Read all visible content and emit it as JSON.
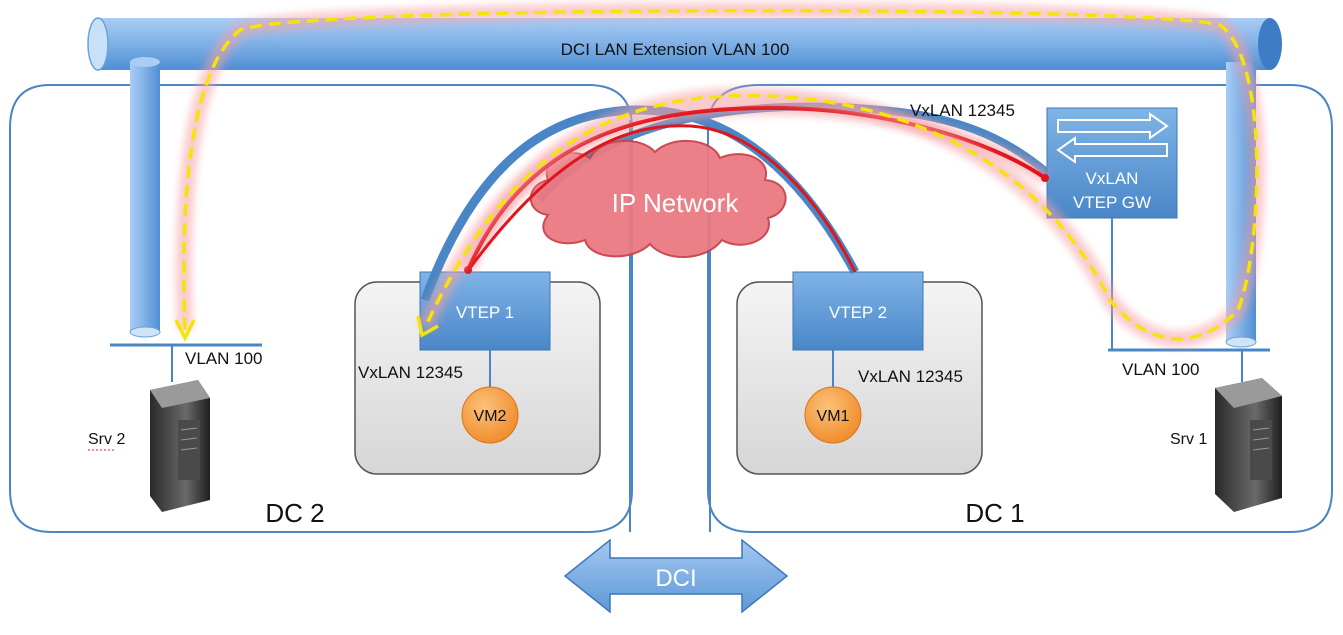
{
  "dci_tunnel": {
    "label": "DCI LAN Extension VLAN 100"
  },
  "ip_network": {
    "label": "IP Network"
  },
  "vxlan_overlay": {
    "label": "VxLAN 12345"
  },
  "gateway": {
    "line1": "VxLAN",
    "line2": "VTEP GW"
  },
  "dc2": {
    "label": "DC 2",
    "vlan_label": "VLAN 100",
    "server_label": "Srv 2",
    "vtep_label": "VTEP 1",
    "vxlan_label": "VxLAN 12345",
    "vm_label": "VM2"
  },
  "dc1": {
    "label": "DC 1",
    "vlan_label": "VLAN 100",
    "server_label": "Srv 1",
    "vtep_label": "VTEP 2",
    "vxlan_label": "VxLAN 12345",
    "vm_label": "VM1"
  },
  "dci_arrow": {
    "label": "DCI"
  },
  "colors": {
    "dc_border": "#4a86c5",
    "tube": "#7fb0e6",
    "vtep_fill": "#5b9bd5",
    "vm_fill": "#f39c3c",
    "cloud_fill": "#e8747c",
    "path_red": "#e0151b",
    "path_yellow": "#f5e40a",
    "host_box": "#e2e2e2"
  }
}
